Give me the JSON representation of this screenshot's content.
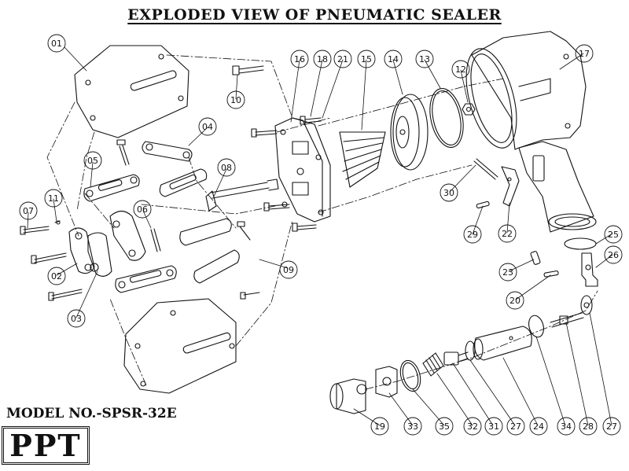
{
  "title": "EXPLODED VIEW OF PNEUMATIC SEALER",
  "model": "MODEL NO.-SPSR-32E",
  "logo": "PPT",
  "callouts": [
    "01",
    "04",
    "05",
    "06",
    "07",
    "08",
    "09",
    "10",
    "11",
    "02",
    "03",
    "16",
    "18",
    "21",
    "15",
    "14",
    "13",
    "12",
    "17",
    "30",
    "29",
    "22",
    "23",
    "20",
    "25",
    "26",
    "19",
    "33",
    "35",
    "32",
    "31",
    "27",
    "24",
    "34",
    "28",
    "27"
  ],
  "colors": {
    "ink": "#111111",
    "paper": "#ffffff"
  }
}
